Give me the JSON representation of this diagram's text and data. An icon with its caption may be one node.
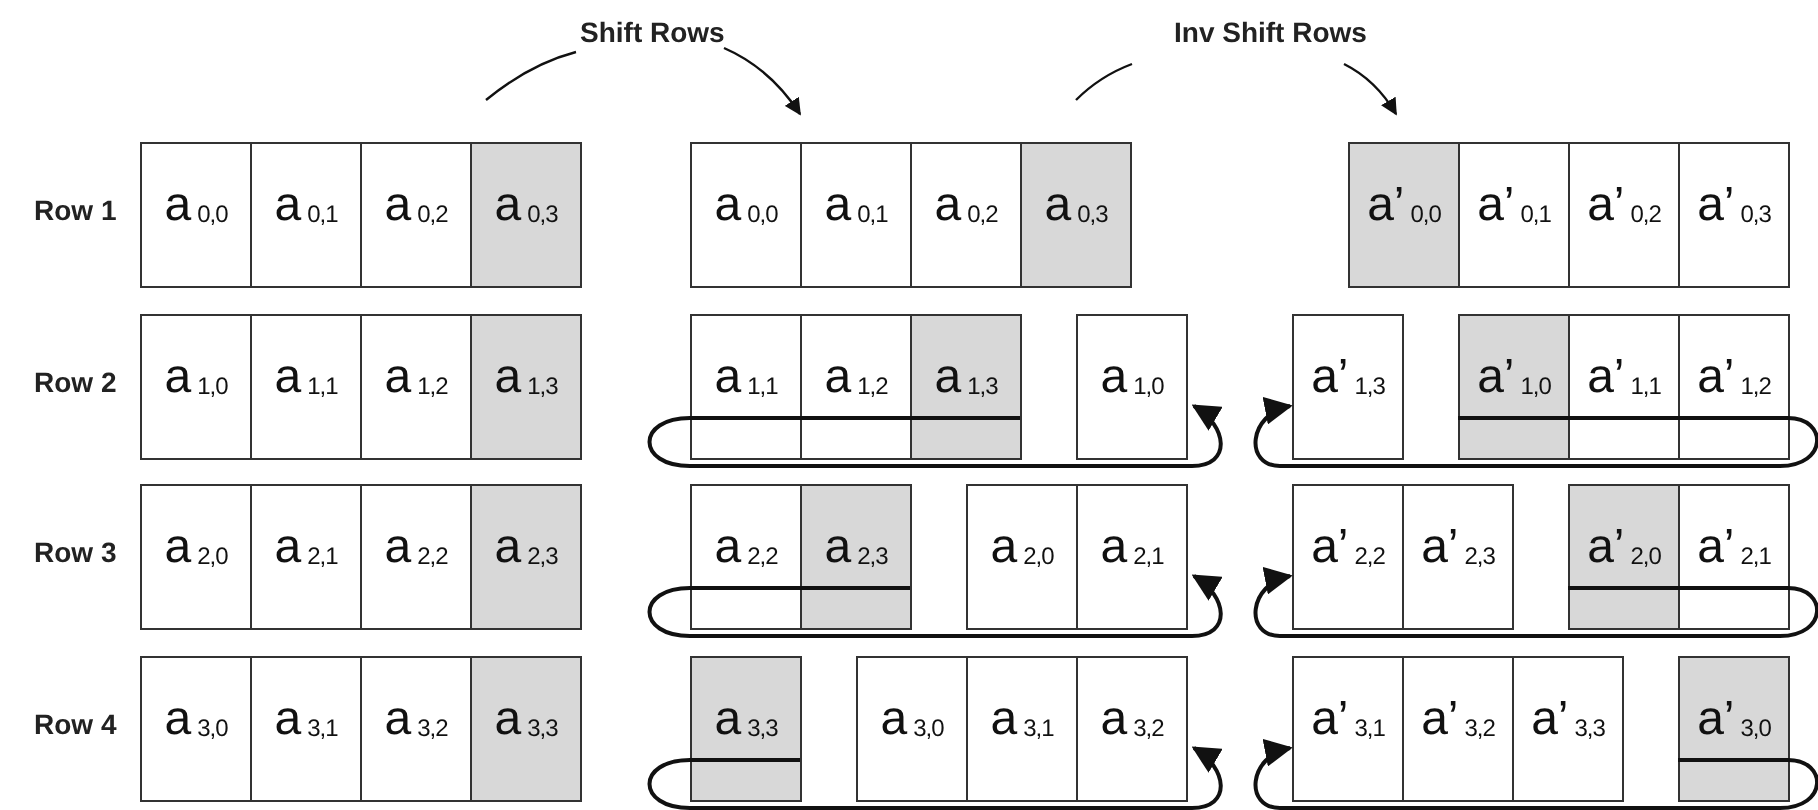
{
  "diagram": {
    "labels": [
      "Shift Rows",
      "Inv Shift Rows",
      "Row 1",
      "a$_{0,0}$",
      "a$_{0,1}$",
      "a$_{0,2}$",
      "a$_{0,3}$",
      "a$_{0,0}$",
      "a$_{0,1}$",
      "a$_{0,2}$",
      "a$_{0,3}$",
      "a’$_{0,0}$",
      "a’$_{0,1}$",
      "a’$_{0,2}$",
      "a’$_{0,3}$",
      "Row 2",
      "a$_{1,0}$",
      "a$_{1,1}$",
      "a$_{1,2}$",
      "a$_{1,3}$",
      "a$_{1,1}$",
      "a$_{1,2}$",
      "a$_{1,3}$",
      "a$_{1,0}$",
      "a’$_{1,3}$",
      "a’$_{1,0}$",
      "a’$_{1,1}$",
      "a’$_{1,2}$",
      "Row 3",
      "a$_{2,0}$",
      "a$_{2,1}$",
      "a$_{2,2}$",
      "a$_{2,3}$",
      "a$_{2,2}$",
      "a$_{2,3}$",
      "a$_{2,0}$",
      "a$_{2,1}$",
      "a’$_{2,2}$",
      "a’$_{2,3}$",
      "a’$_{2,0}$",
      "a’$_{2,1}$",
      "Row 4",
      "a$_{3,0}$",
      "a$_{3,1}$",
      "a$_{3,2}$",
      "a$_{3,3}$",
      "a$_{3,3}$",
      "a$_{3,0}$",
      "a$_{3,1}$",
      "a$_{3,2}$",
      "a’$_{3,1}$",
      "a’$_{3,2}$",
      "a’$_{3,3}$",
      "a’$_{3,0}$"
    ]
  }
}
